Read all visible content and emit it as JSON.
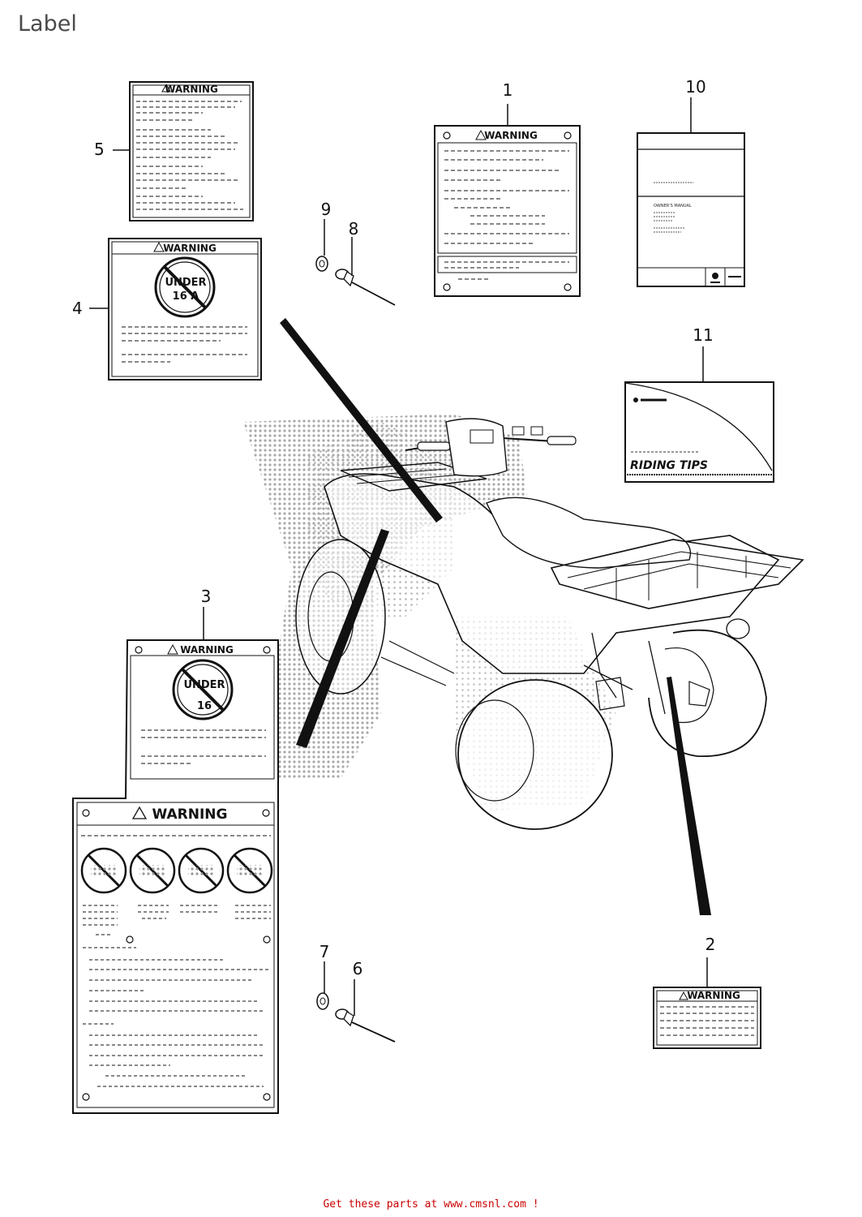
{
  "page": {
    "title": "Label"
  },
  "footer": {
    "text": "Get these parts at www.cmsnl.com !"
  },
  "callouts": [
    "1",
    "2",
    "3",
    "4",
    "5",
    "6",
    "7",
    "8",
    "9",
    "10",
    "11"
  ],
  "labels": {
    "warning": "WARNING",
    "under": "UNDER",
    "age_16a": "16 A",
    "age_16": "16",
    "riding_tips": "RIDING TIPS",
    "owners_manual": "OWNER'S MANUAL"
  },
  "colors": {
    "line": "#111111",
    "halftone": "#9a9a9a",
    "footer": "#cc0000"
  }
}
